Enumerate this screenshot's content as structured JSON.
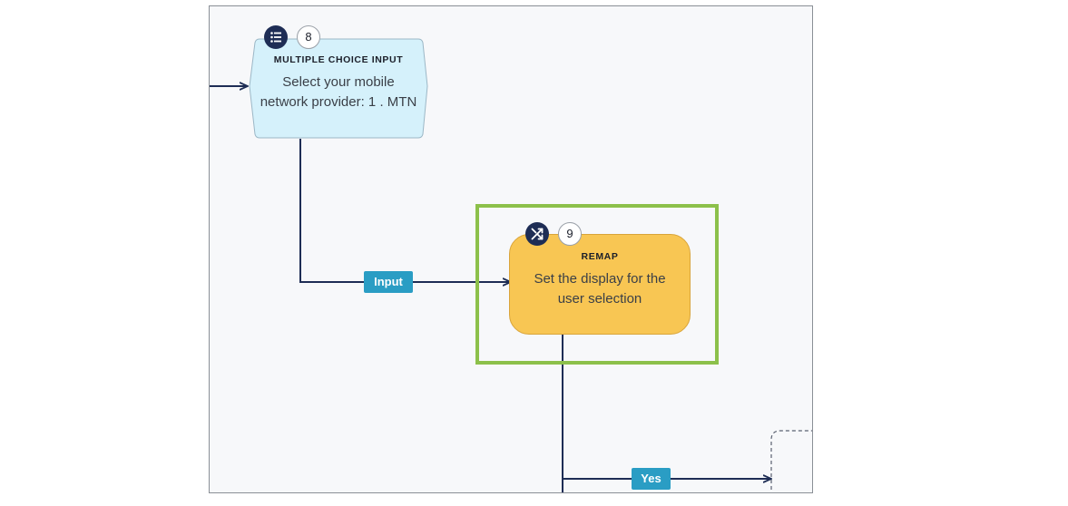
{
  "nodes": {
    "multiple_choice": {
      "number": "8",
      "type_label": "MULTIPLE CHOICE INPUT",
      "text_line1": "Select your mobile",
      "text_line2": "network provider: 1 . MTN",
      "icon": "list-icon",
      "fill": "#d5f1fb",
      "stroke": "#9bb7c6"
    },
    "remap": {
      "number": "9",
      "type_label": "REMAP",
      "text_line1": "Set the display for the",
      "text_line2": "user selection",
      "icon": "shuffle-icon",
      "fill": "#f8c653",
      "stroke": "#d9a43a"
    }
  },
  "edges": {
    "input_label": "Input",
    "yes_label": "Yes"
  },
  "colors": {
    "connector": "#1e2d55",
    "edge_label_bg": "#2a9dc4",
    "selection_highlight": "#8cc04a",
    "badge_dark": "#1e2d55"
  }
}
